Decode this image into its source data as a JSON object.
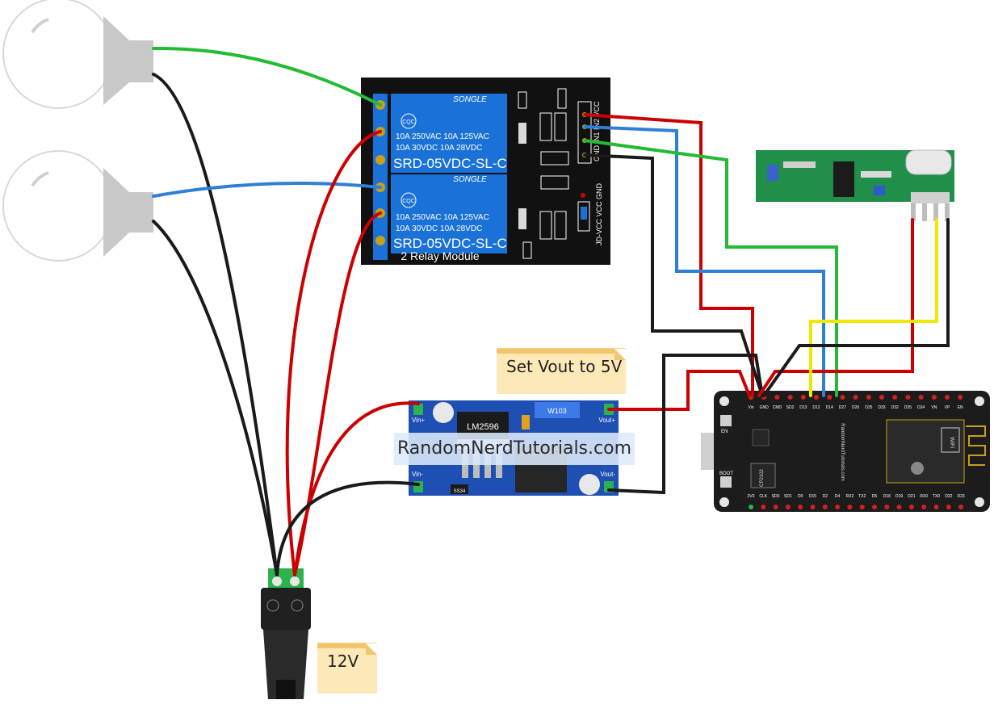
{
  "relay_module": {
    "brand_top": "SONGLE",
    "brand_bottom": "SONGLE",
    "cert": "CQC",
    "spec_line1": "10A 250VAC  10A 125VAC",
    "spec_line2": "10A  30VDC  10A  28VDC",
    "model": "SRD-05VDC-SL-C",
    "title": "2 Relay Module",
    "header_pins": "GND IN1 IN2 VCC",
    "jumper_pins": "JD-VCC VCC GND"
  },
  "buck_converter": {
    "chip": "LM2596",
    "pot": "W103",
    "diode": "SS34",
    "vin_plus": "Vin+",
    "vin_minus": "Vin-",
    "vout_plus": "Vout+",
    "vout_minus": "Vout-"
  },
  "esp32": {
    "top_pins": [
      "Vin",
      "GND",
      "CMD",
      "SD2",
      "D13",
      "D12",
      "D14",
      "D27",
      "D26",
      "D25",
      "D33",
      "D32",
      "D35",
      "D34",
      "VN",
      "VP",
      "EN"
    ],
    "bottom_pins": [
      "3V3",
      "CLK",
      "SD0",
      "SD1",
      "D0",
      "D15",
      "D2",
      "D4",
      "RX2",
      "TX2",
      "D5",
      "D18",
      "D19",
      "D21",
      "RX0",
      "TX0",
      "D22",
      "D23"
    ],
    "en_label": "EN",
    "boot_label": "BOOT",
    "brand": "RandomNerdTutorials.com",
    "chip_label": "CP2102",
    "wifi_label": "WiFi"
  },
  "notes": {
    "vout": "Set Vout to 5V",
    "supply": "12V"
  },
  "watermark": "RandomNerdTutorials.com",
  "colors": {
    "wire_red": "#cc0000",
    "wire_black": "#1a1a1a",
    "wire_green": "#22bb33",
    "wire_blue": "#2f7fd6",
    "wire_yellow": "#f0e800",
    "relay_blue": "#1a72d9",
    "buck_blue": "#1e4fb3",
    "rf_green": "#1f8f4a"
  }
}
